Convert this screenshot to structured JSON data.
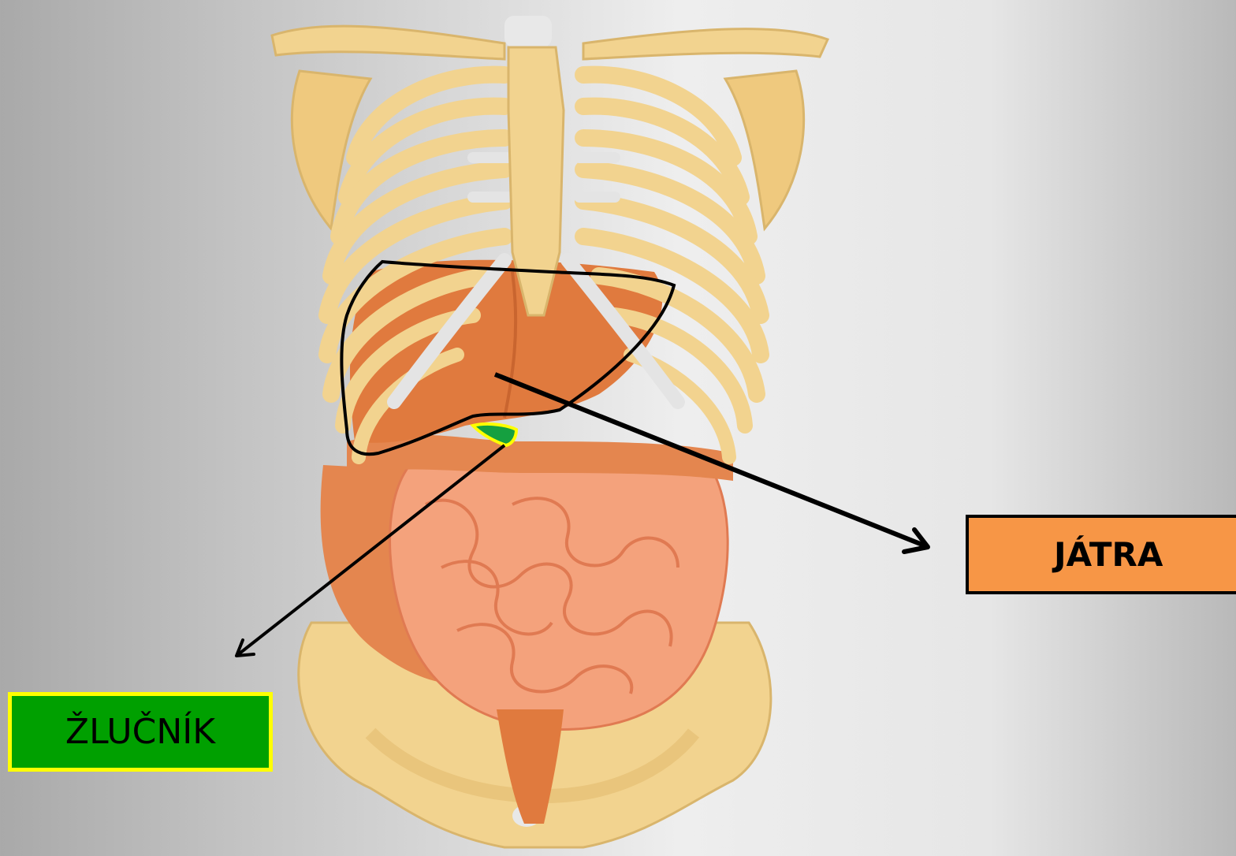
{
  "labels": {
    "liver": "JÁTRA",
    "gallbladder": "ŽLUČNÍK"
  },
  "colors": {
    "liver_box": "#f79646",
    "gallbladder_box": "#00a000",
    "gallbladder_border": "#ffff00",
    "bone": "#f2d38f",
    "cartilage": "#e8e8e8",
    "organ_liver": "#e07a3e",
    "intestine": "#f4a27c",
    "colon": "#e4864f",
    "gallbladder": "#15a040",
    "outline": "#000000"
  },
  "icons": {
    "figure": "torso-skeleton-with-abdominal-organs",
    "arrow_liver": "arrow-to-liver-label",
    "arrow_gallbladder": "arrow-to-gallbladder-label"
  }
}
